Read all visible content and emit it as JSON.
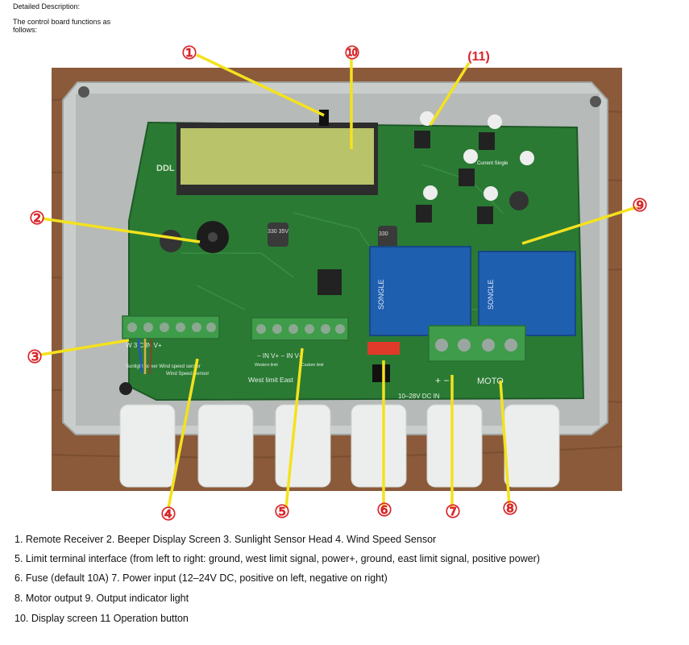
{
  "header": {
    "title": "Detailed Description:",
    "subtitle": "The control board functions as follows:"
  },
  "board": {
    "label_ddl": "DDL",
    "label_current_single": "Current Single",
    "label_left_terminal": "Sunlight  power  Wind speed sensor",
    "label_left_terminal_small": "Wind Speed Sensor",
    "label_w3c": "W 3  C  IN V+",
    "label_limit_terminal": "−  IN  V+  −  IN  V+",
    "label_western": "Western limit",
    "label_custom": "Custom limit",
    "label_west_east": "West  limit   East",
    "label_dc": "10–28V  DC  IN",
    "label_plus_minus": "+  −",
    "label_moto": "MOTO",
    "label_relay_brand": "SONGLE",
    "label_cap1": "330 35V",
    "label_cap2": "330"
  },
  "callouts": [
    {
      "id": "c1",
      "text": "①"
    },
    {
      "id": "c2",
      "text": "②"
    },
    {
      "id": "c3",
      "text": "③"
    },
    {
      "id": "c4",
      "text": "④"
    },
    {
      "id": "c5",
      "text": "⑤"
    },
    {
      "id": "c6",
      "text": "⑥"
    },
    {
      "id": "c7",
      "text": "⑦"
    },
    {
      "id": "c8",
      "text": "⑧"
    },
    {
      "id": "c9",
      "text": "⑨"
    },
    {
      "id": "c10",
      "text": "⑩"
    },
    {
      "id": "c11",
      "text": "(11)"
    }
  ],
  "captions": [
    "1. Remote Receiver 2. Beeper Display Screen 3. Sunlight Sensor Head 4. Wind Speed Sensor",
    "5. Limit terminal interface (from left to right: ground, west limit signal, power+, ground, east limit signal, positive power)",
    "6. Fuse (default 10A) 7. Power input (12–24V DC, positive on left, negative on right)",
    "8. Motor output 9. Output indicator light",
    "10. Display screen 11 Operation button"
  ],
  "colors": {
    "callout_red": "#d9262b",
    "leader_yellow": "#f4e21e",
    "pcb_green": "#2a7a34",
    "wood": "#8a5a3a",
    "relay_blue": "#1f5fb0",
    "lcd": "#b8c36a"
  }
}
